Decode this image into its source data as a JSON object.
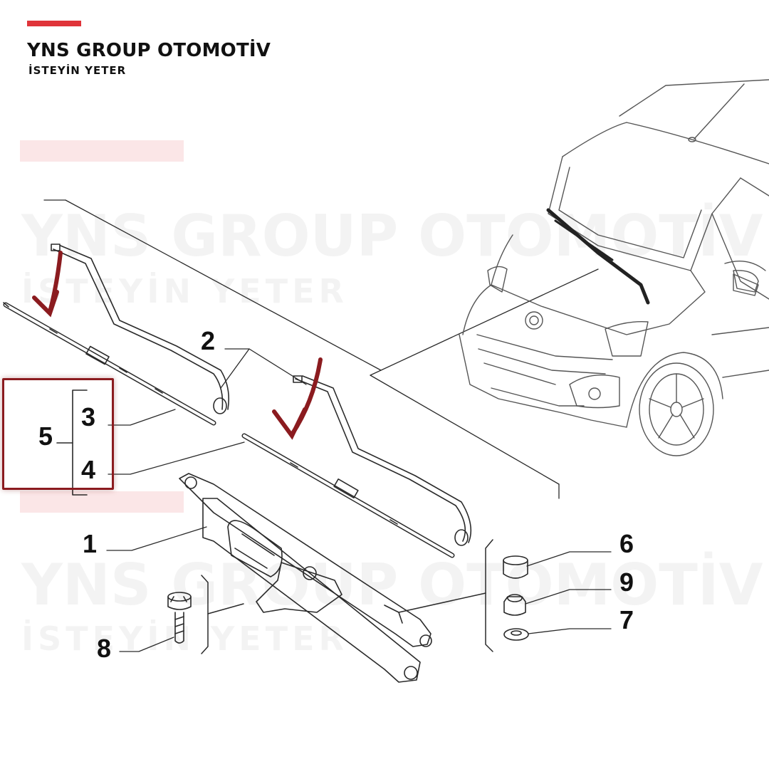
{
  "brand": {
    "name": "YNS GROUP OTOMOTİV",
    "tagline": "İSTEYİN YETER",
    "accent_color": "#e0343a"
  },
  "highlight_color": "#8b1b1f",
  "arrow_color": "#8b1b1f",
  "part_numbers": {
    "p1": "1",
    "p2": "2",
    "p3": "3",
    "p4": "4",
    "p5": "5",
    "p6": "6",
    "p7": "7",
    "p8": "8",
    "p9": "9"
  }
}
